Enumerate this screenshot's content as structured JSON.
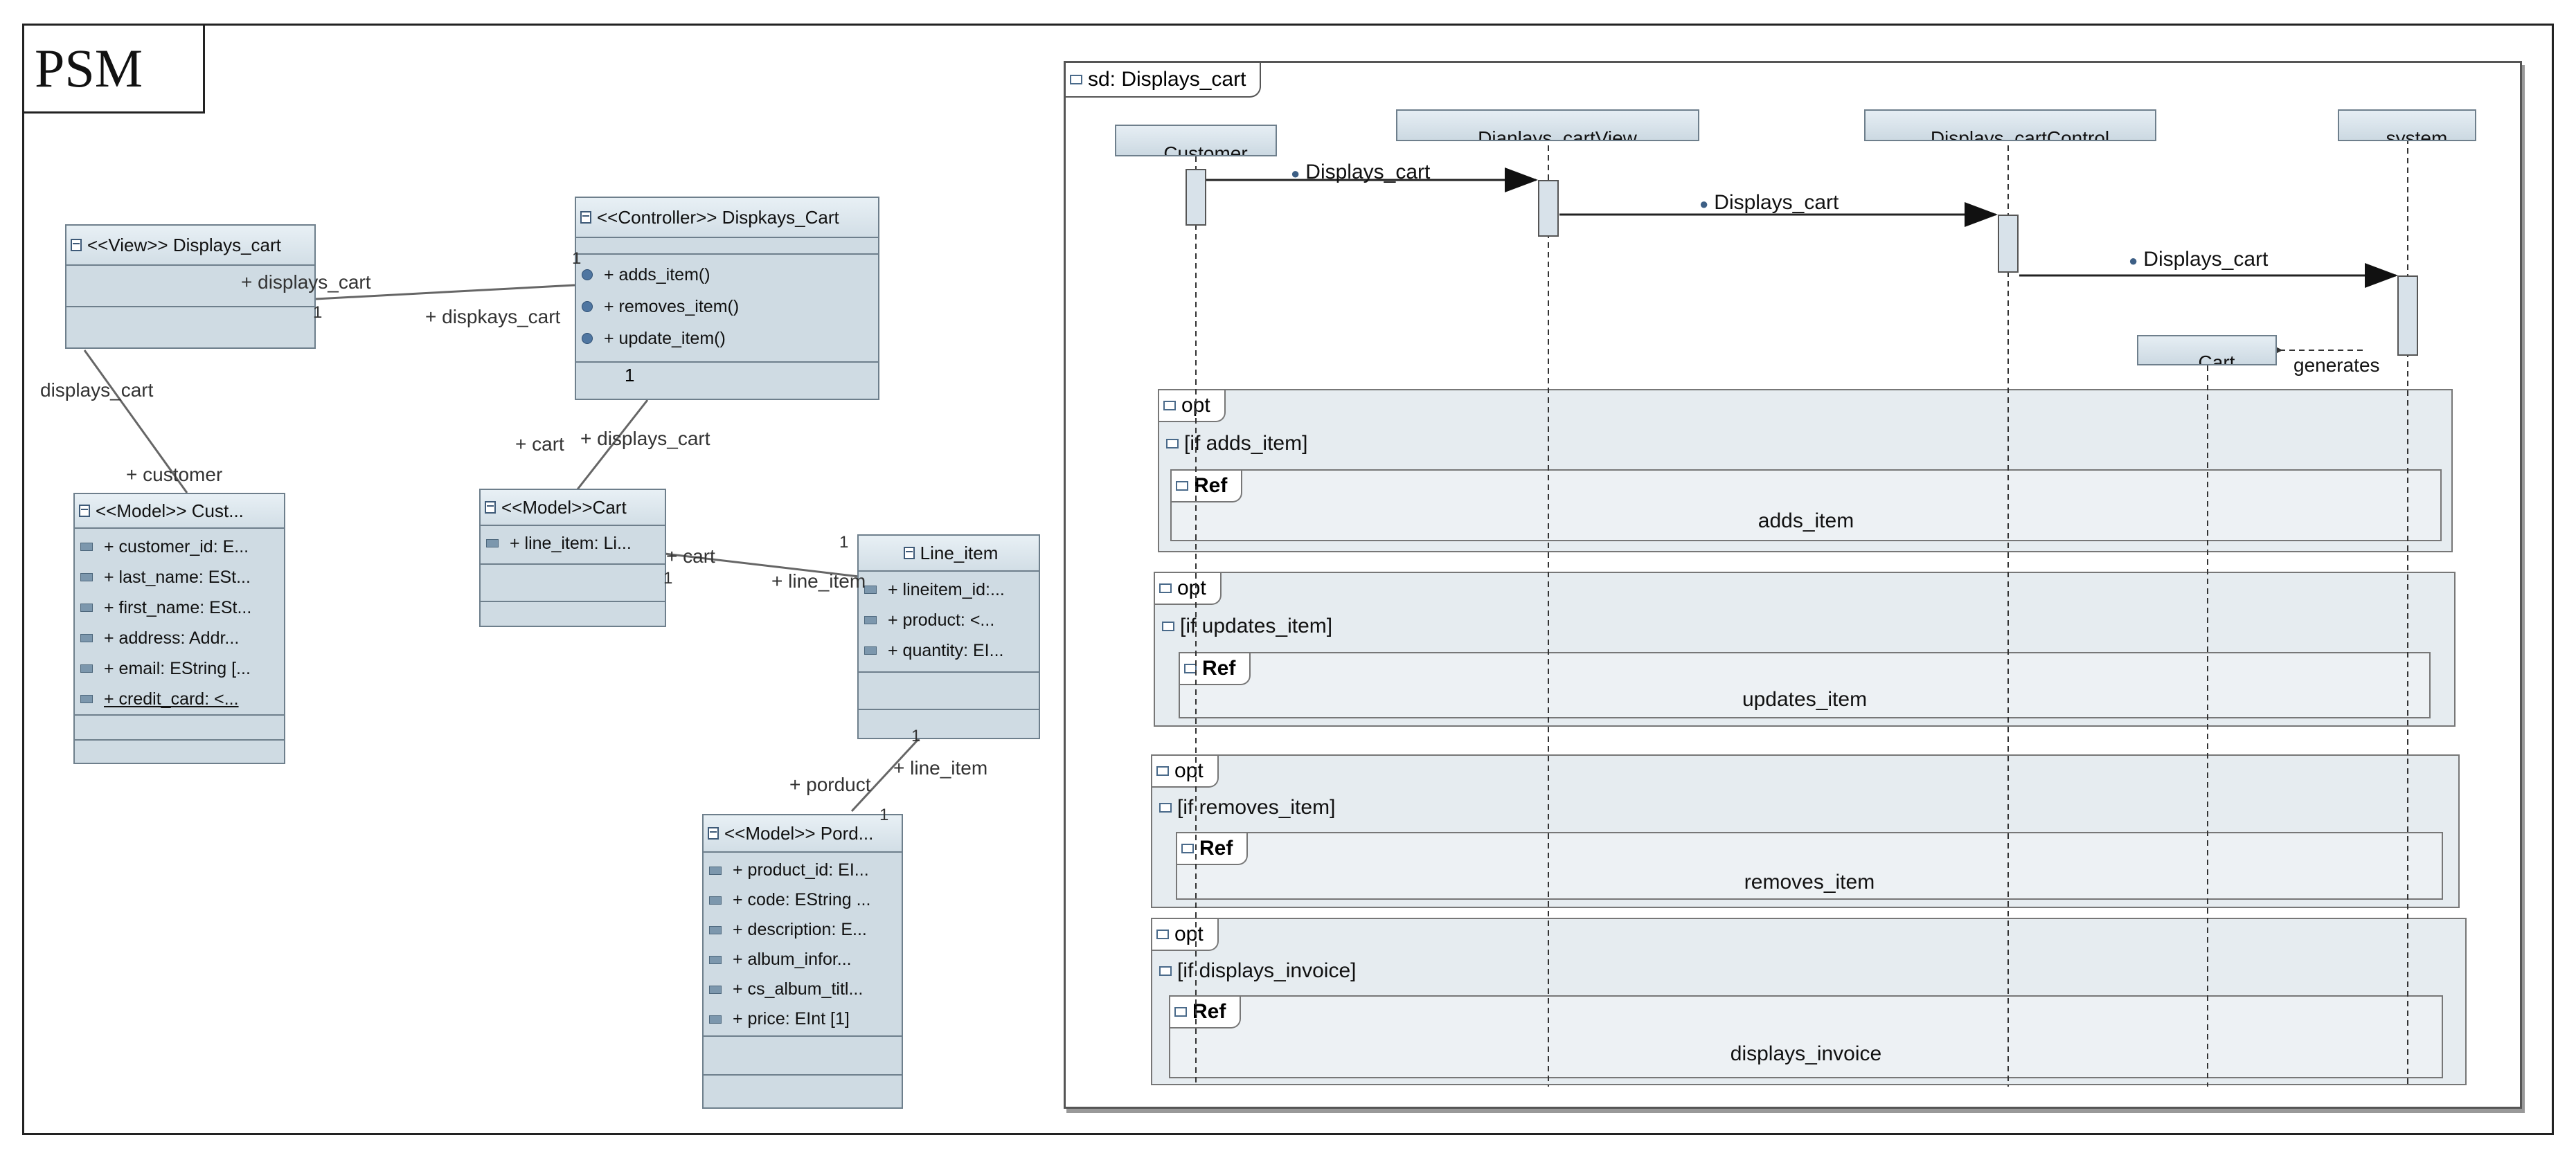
{
  "psm_label": "PSM",
  "class_diagram": {
    "view_class": {
      "header": "<<View>> Displays_cart"
    },
    "controller_class": {
      "header": "<<Controller>> Dispkays_Cart",
      "operations": [
        "+ adds_item()",
        "+ removes_item()",
        "+ update_item()"
      ],
      "multiplicity": "1"
    },
    "customer_class": {
      "header": "<<Model>> Cust...",
      "attributes": [
        "+ customer_id: E...",
        "+ last_name: ESt...",
        "+ first_name: ESt...",
        "+ address: Addr...",
        "+ email: EString [...",
        "+ credit_card: <..."
      ]
    },
    "cart_class": {
      "header": "<<Model>>Cart",
      "attributes": [
        "+ line_item: Li..."
      ]
    },
    "line_item_class": {
      "header": "Line_item",
      "attributes": [
        "+ lineitem_id:...",
        "+ product: <...",
        "+ quantity: EI..."
      ]
    },
    "product_class": {
      "header": "<<Model>> Pord...",
      "attributes": [
        "+ product_id: EI...",
        "+ code: EString ...",
        "+ description: E...",
        "+ album_infor...",
        "+ cs_album_titl...",
        "+ price: EInt [1]"
      ]
    },
    "association_labels": {
      "view_controller_1": "+ displays_cart",
      "view_controller_2": "+ dispkays_cart",
      "view_customer_1": "displays_cart",
      "view_customer_2": "+ customer",
      "controller_cart_1": "+ cart",
      "controller_cart_2": "+ displays_cart",
      "cart_line_1": "+ cart",
      "cart_line_2": "+ line_item",
      "line_product_1": "+ line_item",
      "line_product_2": "+ porduct",
      "mult_view": "1",
      "mult_controller": "1",
      "mult_cart": "1",
      "mult_line_top": "1",
      "mult_line_bottom": "1",
      "mult_product": "1"
    }
  },
  "sequence_diagram": {
    "frame_label": "sd: Displays_cart",
    "lifelines": [
      "Customer",
      "Dianlays_cartView",
      "Displays_cartControl",
      "system"
    ],
    "cart_object": "Cart",
    "messages": [
      {
        "label": "Displays_cart"
      },
      {
        "label": "Displays_cart"
      },
      {
        "label": "Displays_cart"
      }
    ],
    "return_label": "generates",
    "fragments": [
      {
        "operator": "opt",
        "guard": "[if adds_item]",
        "ref_label": "Ref",
        "ref_text": "adds_item"
      },
      {
        "operator": "opt",
        "guard": "[if updates_item]",
        "ref_label": "Ref",
        "ref_text": "updates_item"
      },
      {
        "operator": "opt",
        "guard": "[if removes_item]",
        "ref_label": "Ref",
        "ref_text": "removes_item"
      },
      {
        "operator": "opt",
        "guard": "[if displays_invoice]",
        "ref_label": "Ref",
        "ref_text": "displays_invoice"
      }
    ]
  }
}
